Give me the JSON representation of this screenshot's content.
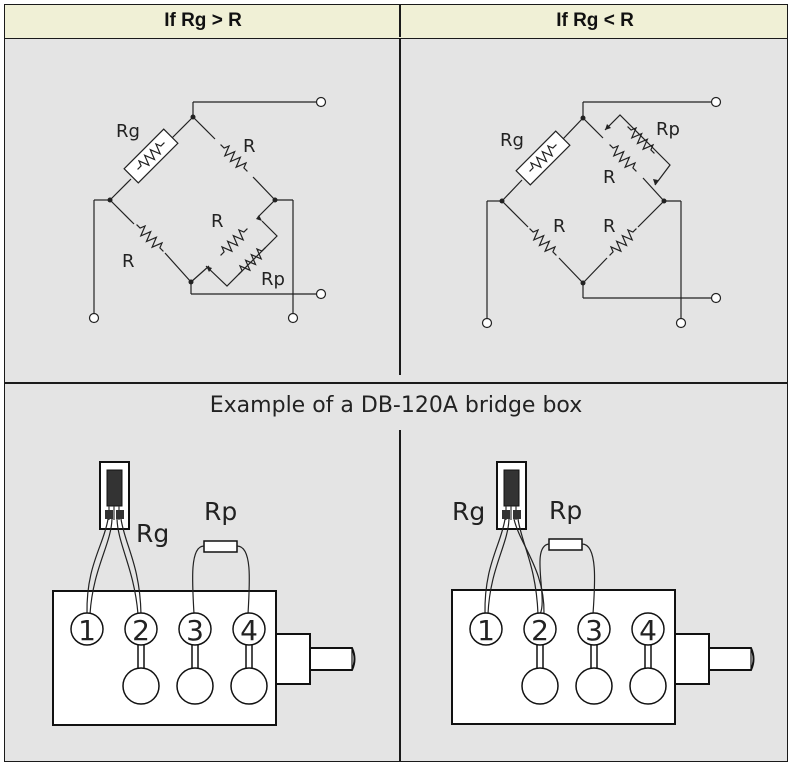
{
  "header": {
    "left_title": "If Rg > R",
    "right_title": "If Rg < R"
  },
  "left_bridge": {
    "rg_label": "Rg",
    "r_top_label": "R",
    "r_left_label": "R",
    "r_inner_label": "R",
    "rp_label": "Rp"
  },
  "right_bridge": {
    "rg_label": "Rg",
    "r_upper_label": "R",
    "rp_label": "Rp",
    "r_lower_left_label": "R",
    "r_lower_right_label": "R"
  },
  "bridge_box": {
    "caption": "Example of a DB-120A bridge box",
    "left": {
      "rg_label": "Rg",
      "rp_label": "Rp",
      "terminals": [
        "1",
        "2",
        "3",
        "4"
      ]
    },
    "right": {
      "rg_label": "Rg",
      "rp_label": "Rp",
      "terminals": [
        "1",
        "2",
        "3",
        "4"
      ]
    }
  }
}
